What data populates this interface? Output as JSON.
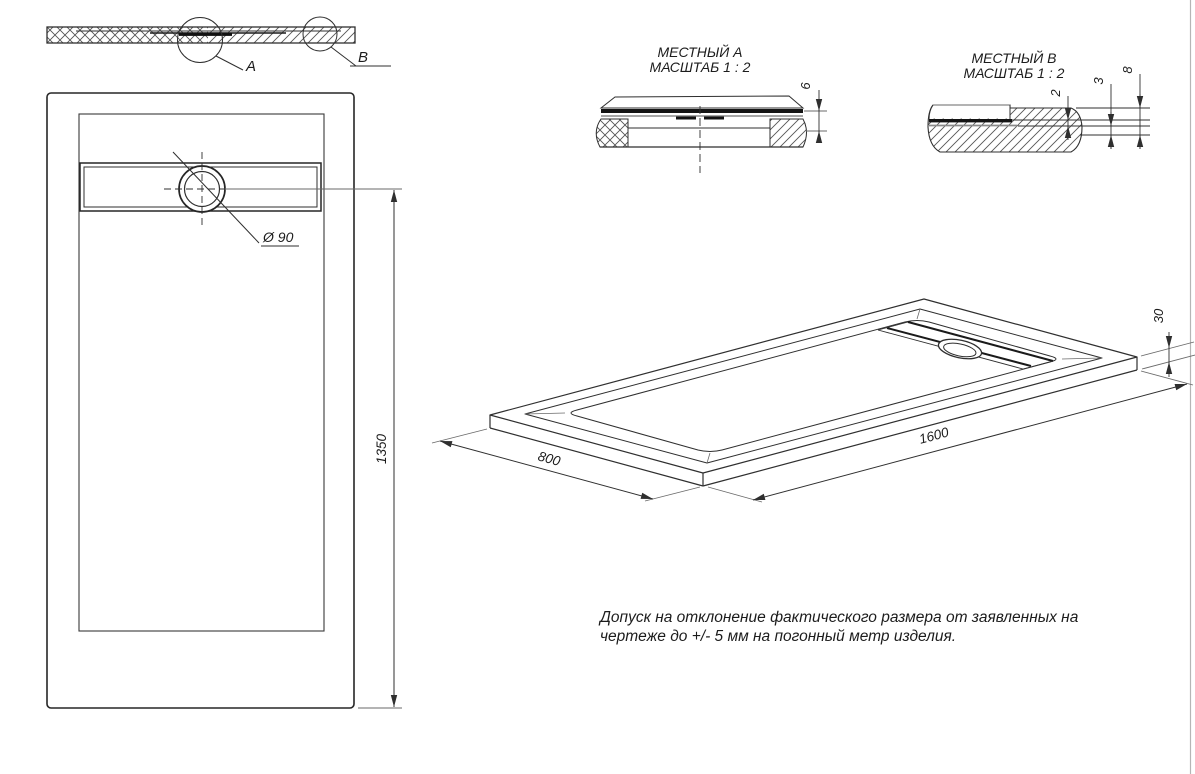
{
  "drawing": {
    "section_view": {
      "label_a": "A",
      "label_b": "B"
    },
    "plan_view": {
      "diameter_label": "Ø 90",
      "height_dim": "1350"
    },
    "detail_a": {
      "title": "МЕСТНЫЙ А",
      "scale": "МАСШТАБ 1 : 2",
      "dim6": "6"
    },
    "detail_b": {
      "title": "МЕСТНЫЙ В",
      "scale": "МАСШТАБ 1 : 2",
      "dim2": "2",
      "dim3": "3",
      "dim8": "8"
    },
    "iso_view": {
      "length_dim": "1600",
      "width_dim": "800",
      "thickness_dim": "30"
    },
    "note": {
      "line1": "Допуск на отклонение фактического размера от заявленных на",
      "line2": "чертеже до +/- 5 мм на погонный метр изделия."
    },
    "colors": {
      "line": "#2f2f2f",
      "thin": "#6a6a6a",
      "hatch": "#555555"
    }
  }
}
